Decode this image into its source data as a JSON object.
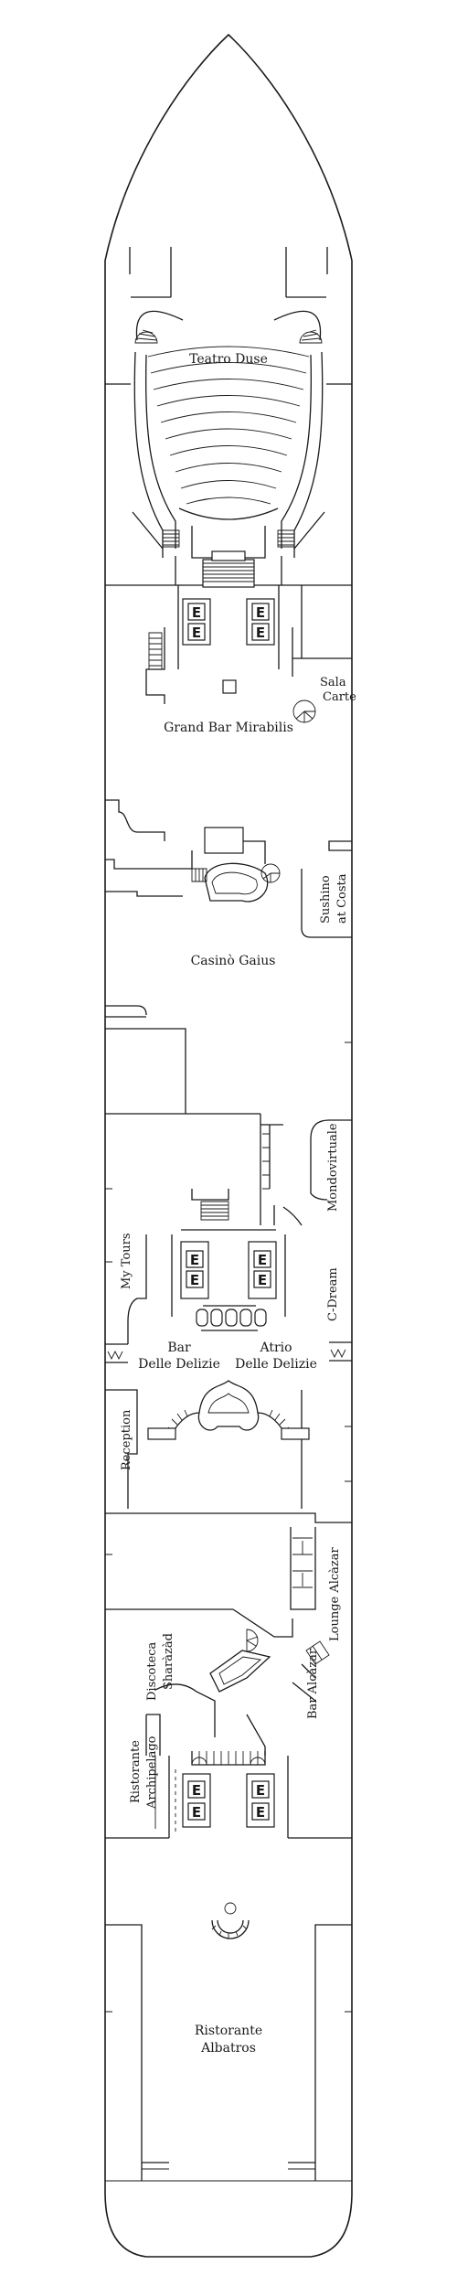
{
  "deck": {
    "rooms": {
      "teatro": "Teatro Duse",
      "grand_bar": "Grand Bar Mirabilis",
      "sala_carte_1": "Sala",
      "sala_carte_2": "Carte",
      "sushino_1": "Sushino",
      "sushino_2": "at Costa",
      "casino": "Casinò Gaius",
      "mondovirtuale": "Mondovirtuale",
      "my_tours": "My Tours",
      "c_dream": "C-Dream",
      "bar_delizie_1": "Bar",
      "bar_delizie_2": "Delle Delizie",
      "atrio_1": "Atrio",
      "atrio_2": "Delle Delizie",
      "reception": "Reception",
      "lounge": "Lounge Alcàzar",
      "discoteca_1": "Discoteca",
      "discoteca_2": "Sharàzàd",
      "bar_alcazar": "Bar Alcàzar",
      "archipelago_1": "Ristorante",
      "archipelago_2": "Archipelago",
      "albatros_1": "Ristorante",
      "albatros_2": "Albatros"
    },
    "elevator_letter": "E"
  },
  "colors": {
    "line": "#1a1a1a",
    "background": "#ffffff"
  },
  "icons": [
    "elevator-icon",
    "spiral-staircase-icon",
    "staircase-icon"
  ]
}
